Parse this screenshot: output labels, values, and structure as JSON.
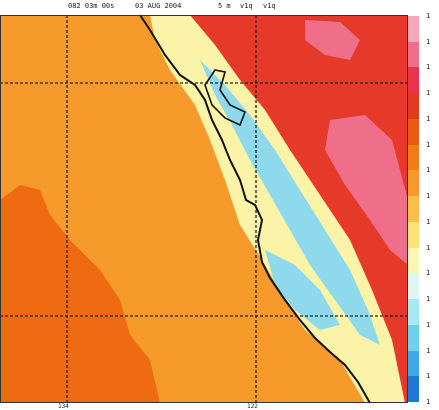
{
  "header": {
    "time": "082 03m 00s",
    "date": "03 AUG 2004",
    "level": "5 m",
    "var1": "v1q",
    "var2": "v1q"
  },
  "axes": {
    "lon_labels": [
      "134",
      "122"
    ]
  },
  "colorbar": {
    "colors": [
      "#1f78d8",
      "#3fa9e8",
      "#6fd0ee",
      "#a8e8f2",
      "#dff6f2",
      "#fbf6b6",
      "#fbe27a",
      "#f9bf4d",
      "#f59a2b",
      "#f07c17",
      "#ea5a12",
      "#e23a22",
      "#e8334a",
      "#ef6f8a",
      "#f6a9bb"
    ],
    "tick_labels": [
      "1",
      "1",
      "1",
      "1",
      "1",
      "1",
      "1",
      "1",
      "1",
      "1",
      "1",
      "1",
      "1",
      "1",
      "1",
      "1"
    ]
  },
  "colors": {
    "ocean_base": "#f59a2b",
    "offshore_warm": "#ef6b12",
    "coastal_cool": "#8ed9ec",
    "coastal_pale": "#fbf3a8",
    "inland_hot": "#e53a2a",
    "inland_pink": "#ef6f8a",
    "coast_line": "#111111",
    "grid_line": "#222222"
  }
}
